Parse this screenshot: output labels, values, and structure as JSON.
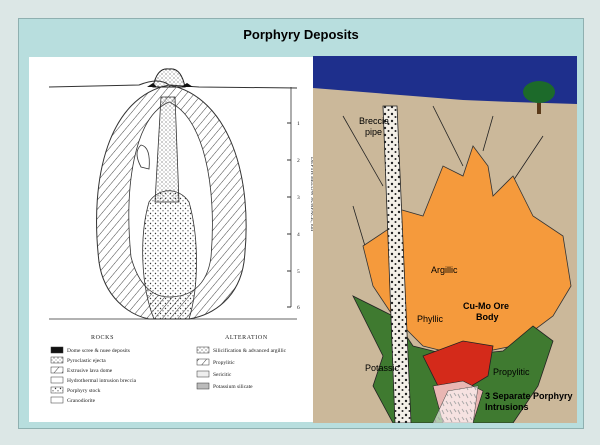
{
  "slide": {
    "title": "Porphyry Deposits"
  },
  "left_diagram": {
    "axis_label": "DEPTH BELOW SURFACE, km",
    "depth_ticks": [
      "1",
      "2",
      "3",
      "4",
      "5",
      "6"
    ],
    "rocks_header": "ROCKS",
    "alteration_header": "ALTERATION",
    "rocks_legend": [
      "Dome scree & nuee deposits",
      "Pyroclastic ejecta",
      "Extrusive lava dome",
      "Hydrothermal intrusion breccia",
      "Porphyry stock",
      "Granodiorite"
    ],
    "alteration_legend": [
      "Silicification & advanced argillic",
      "Propylitic",
      "Sericitic",
      "Potassium silicate"
    ]
  },
  "right_diagram": {
    "labels": {
      "breccia_pipe": [
        "Breccia",
        "pipe"
      ],
      "argillic": "Argillic",
      "ore_body": [
        "Cu-Mo Ore",
        "Body"
      ],
      "phyllic": "Phyllic",
      "potassic": "Potassic",
      "propylitic": "Propylitic",
      "intrusions": [
        "3 Separate Porphyry",
        "Intrusions"
      ]
    },
    "colors": {
      "sky": "#1e2f8c",
      "ground": "#cbb89a",
      "argillic": "#f59a3c",
      "phyllic": "#3f7a30",
      "ore": "#d42a1a",
      "tree": "#1c6a2a"
    }
  }
}
